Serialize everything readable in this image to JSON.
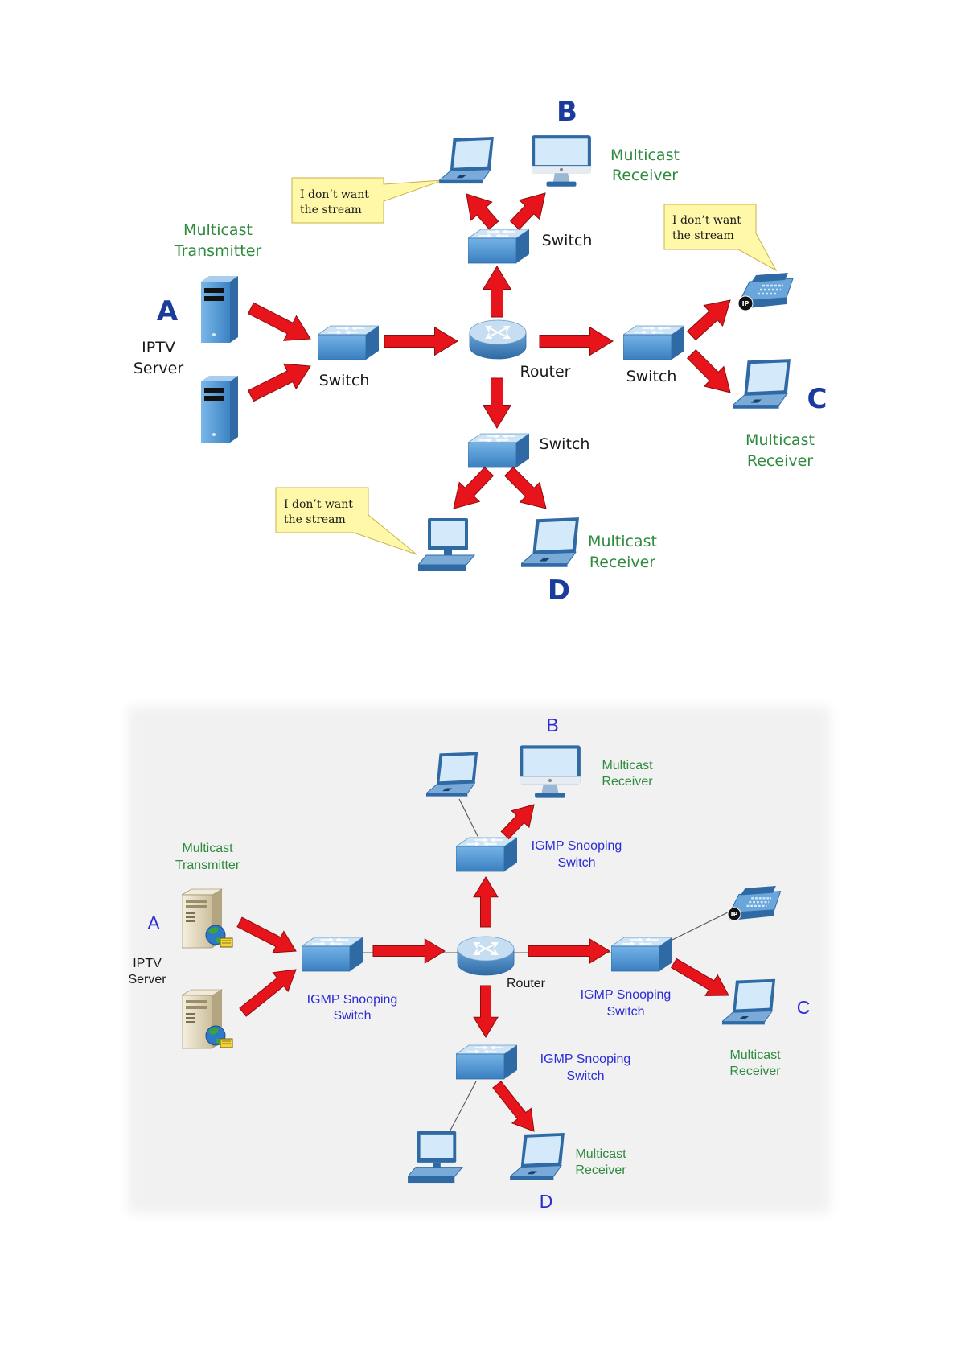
{
  "top_diagram": {
    "site_a": {
      "letter": "A",
      "role": [
        "Multicast",
        "Transmitter"
      ],
      "server_label": [
        "IPTV",
        "Server"
      ]
    },
    "site_b": {
      "letter": "B",
      "role": [
        "Multicast",
        "Receiver"
      ]
    },
    "site_c": {
      "letter": "C",
      "role": [
        "Multicast",
        "Receiver"
      ]
    },
    "site_d": {
      "letter": "D",
      "role": [
        "Multicast",
        "Receiver"
      ]
    },
    "switch_labels": {
      "left": "Switch",
      "top": "Switch",
      "right": "Switch",
      "bottom": "Switch"
    },
    "router_label": "Router",
    "callouts": {
      "site_b_laptop": [
        "I don’t want",
        "the stream"
      ],
      "site_c_phone": [
        "I don’t want",
        "the stream"
      ],
      "site_d_desktop": [
        "I don’t want",
        "the stream"
      ]
    },
    "phone_badge": "IP"
  },
  "bottom_diagram": {
    "site_a": {
      "letter": "A",
      "role": [
        "Multicast",
        "Transmitter"
      ],
      "server_label": [
        "IPTV",
        "Server"
      ]
    },
    "site_b": {
      "letter": "B",
      "role": [
        "Multicast",
        "Receiver"
      ]
    },
    "site_c": {
      "letter": "C",
      "role": [
        "Multicast",
        "Receiver"
      ]
    },
    "site_d": {
      "letter": "D",
      "role": [
        "Multicast",
        "Receiver"
      ]
    },
    "switch_labels": {
      "left": [
        "IGMP Snooping",
        "Switch"
      ],
      "top": [
        "IGMP Snooping",
        "Switch"
      ],
      "right": [
        "IGMP Snooping",
        "Switch"
      ],
      "bottom": [
        "IGMP Snooping",
        "Switch"
      ]
    },
    "router_label": "Router",
    "phone_badge": "IP"
  },
  "icons": {
    "server": "server-tower-icon",
    "switch": "network-switch-icon",
    "router": "router-icon",
    "laptop": "laptop-icon",
    "monitor": "desktop-monitor-icon",
    "desktop": "desktop-pc-icon",
    "phone": "ip-phone-icon"
  },
  "colors": {
    "arrow": "#e8141b",
    "receiver_text": "#2e8b3e",
    "top_site_letter": "#1b3c9c",
    "bottom_site_letter": "#2b2bd8",
    "igmp_switch_text": "#2b2bd8",
    "callout_fill": "#fff8a8"
  }
}
